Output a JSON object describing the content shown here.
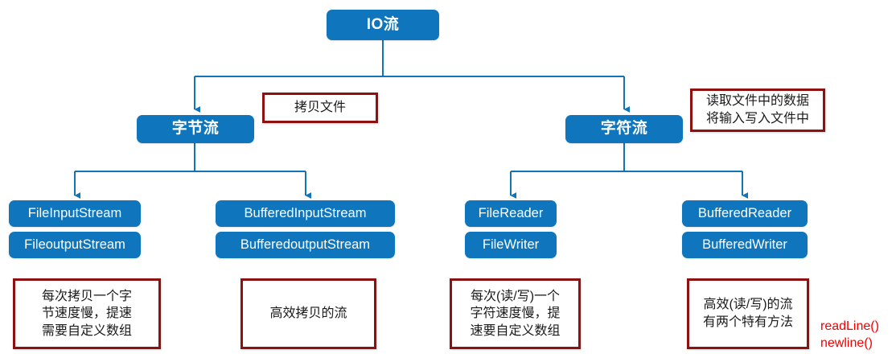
{
  "diagram": {
    "title": "IO流",
    "accent_blue": "#0f75bc",
    "note_border_red": "#8e1010",
    "callout_red": "#f50000",
    "root": {
      "label": "IO流"
    },
    "branches": [
      {
        "label": "字节流",
        "note": "拷贝文件",
        "groups": [
          {
            "classes": [
              "FileInputStream",
              "FileoutputStream"
            ],
            "note": "每次拷贝一个字\n节速度慢，提速\n需要自定义数组"
          },
          {
            "classes": [
              "BufferedInputStream",
              "BufferedoutputStream"
            ],
            "note": "高效拷贝的流"
          }
        ]
      },
      {
        "label": "字符流",
        "note": "读取文件中的数据\n将输入写入文件中",
        "groups": [
          {
            "classes": [
              "FileReader",
              "FileWriter"
            ],
            "note": "每次(读/写)一个\n字符速度慢，提\n速要自定义数组"
          },
          {
            "classes": [
              "BufferedReader",
              "BufferedWriter"
            ],
            "note": "高效(读/写)的流\n有两个特有方法",
            "callout": "readLine()\nnewline()"
          }
        ]
      }
    ]
  }
}
